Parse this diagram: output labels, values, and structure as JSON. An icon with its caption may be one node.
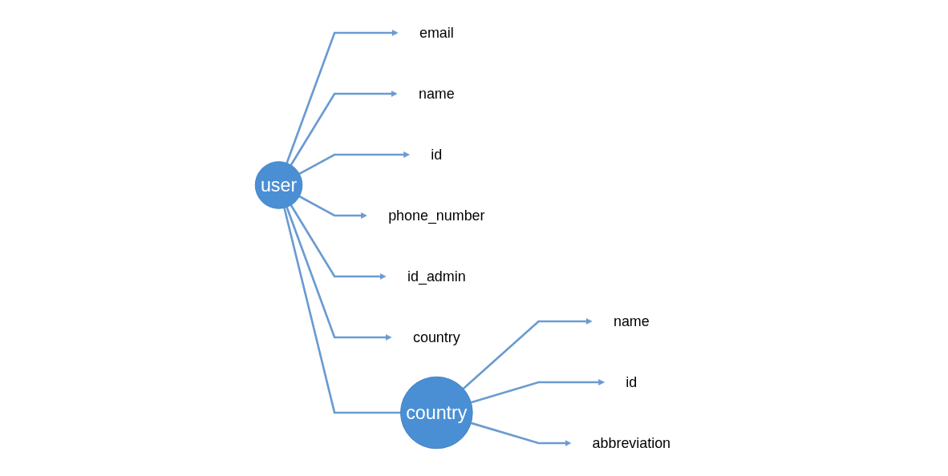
{
  "diagram": {
    "nodes": [
      {
        "text": [
          "user"
        ]
      },
      {
        "text": [
          "email"
        ]
      },
      {
        "text": [
          "name"
        ]
      },
      {
        "text": [
          "id"
        ]
      },
      {
        "text": [
          "phone_number"
        ]
      },
      {
        "text": [
          "id_admin"
        ]
      },
      {
        "text": [
          "country"
        ]
      },
      {
        "text": [
          "country"
        ]
      },
      {
        "text": [
          "name"
        ]
      },
      {
        "text": [
          "id"
        ]
      },
      {
        "text": [
          "abbreviation"
        ]
      }
    ],
    "edges": [
      {
        "from": 0,
        "to": 1,
        "arrow": "to"
      },
      {
        "from": 0,
        "to": 2,
        "arrow": "to"
      },
      {
        "from": 0,
        "to": 3,
        "arrow": "to"
      },
      {
        "from": 0,
        "to": 4,
        "arrow": "to"
      },
      {
        "from": 0,
        "to": 5,
        "arrow": "to"
      },
      {
        "from": 0,
        "to": 6,
        "arrow": "to"
      },
      {
        "from": 0,
        "to": 7,
        "arrow": "none"
      },
      {
        "from": 7,
        "to": 8,
        "arrow": "to"
      },
      {
        "from": 7,
        "to": 9,
        "arrow": "to"
      },
      {
        "from": 7,
        "to": 10,
        "arrow": "to"
      }
    ]
  }
}
